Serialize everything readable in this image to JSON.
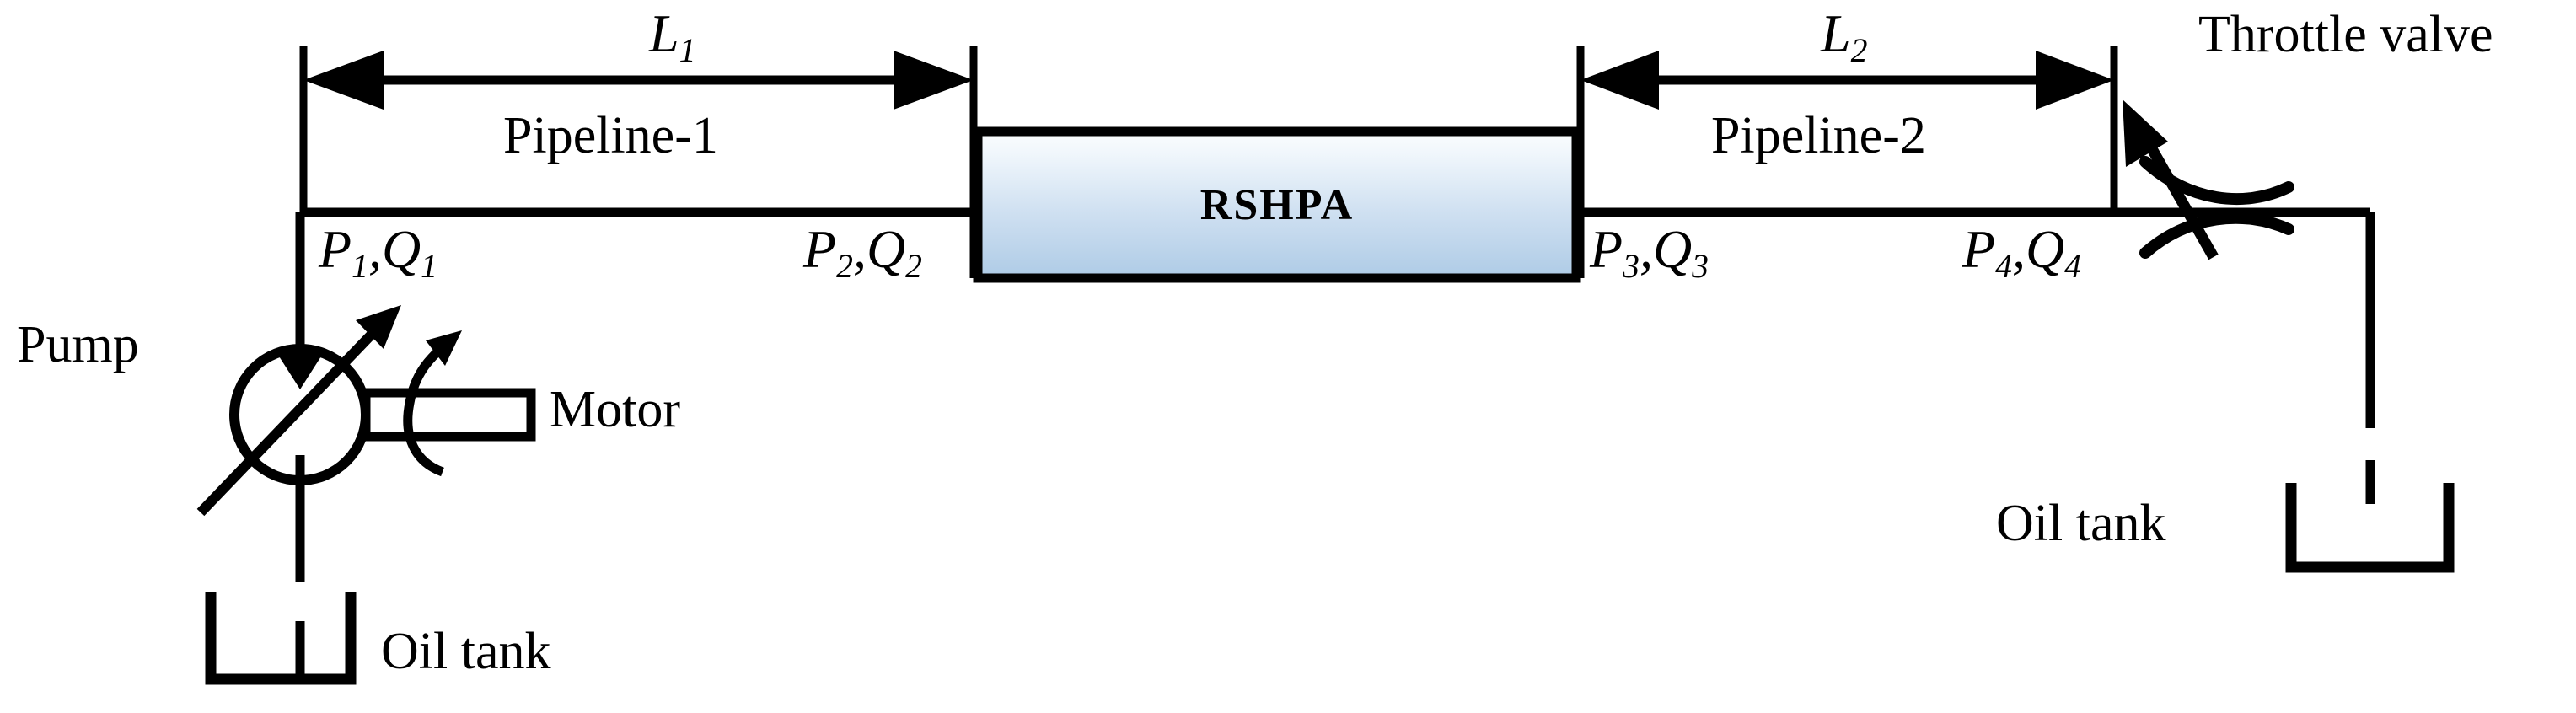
{
  "diagram": {
    "title": "Hydraulic circuit schematic with RSHPA",
    "background_color": "#ffffff",
    "line_color": "#000000"
  },
  "dimension_labels": {
    "l1_base": "L",
    "l1_sub": "1",
    "l2_base": "L",
    "l2_sub": "2"
  },
  "pipelines": {
    "pipeline_1": "Pipeline-1",
    "pipeline_2": "Pipeline-2"
  },
  "component": {
    "rshpa_label": "RSHPA",
    "rshpa_fill_top": "#fbfdfe",
    "rshpa_fill_bottom": "#aecbe6"
  },
  "nodes": [
    {
      "name": "node-1",
      "p_base": "P",
      "p_sub": "1",
      "q_base": "Q",
      "q_sub": "1",
      "separator": ","
    },
    {
      "name": "node-2",
      "p_base": "P",
      "p_sub": "2",
      "q_base": "Q",
      "q_sub": "2",
      "separator": ","
    },
    {
      "name": "node-3",
      "p_base": "P",
      "p_sub": "3",
      "q_base": "Q",
      "q_sub": "3",
      "separator": ","
    },
    {
      "name": "node-4",
      "p_base": "P",
      "p_sub": "4",
      "q_base": "Q",
      "q_sub": "4",
      "separator": ","
    }
  ],
  "labels": {
    "pump": "Pump",
    "motor": "Motor",
    "throttle_valve": "Throttle valve",
    "oil_tank_left": "Oil tank",
    "oil_tank_right": "Oil tank"
  }
}
